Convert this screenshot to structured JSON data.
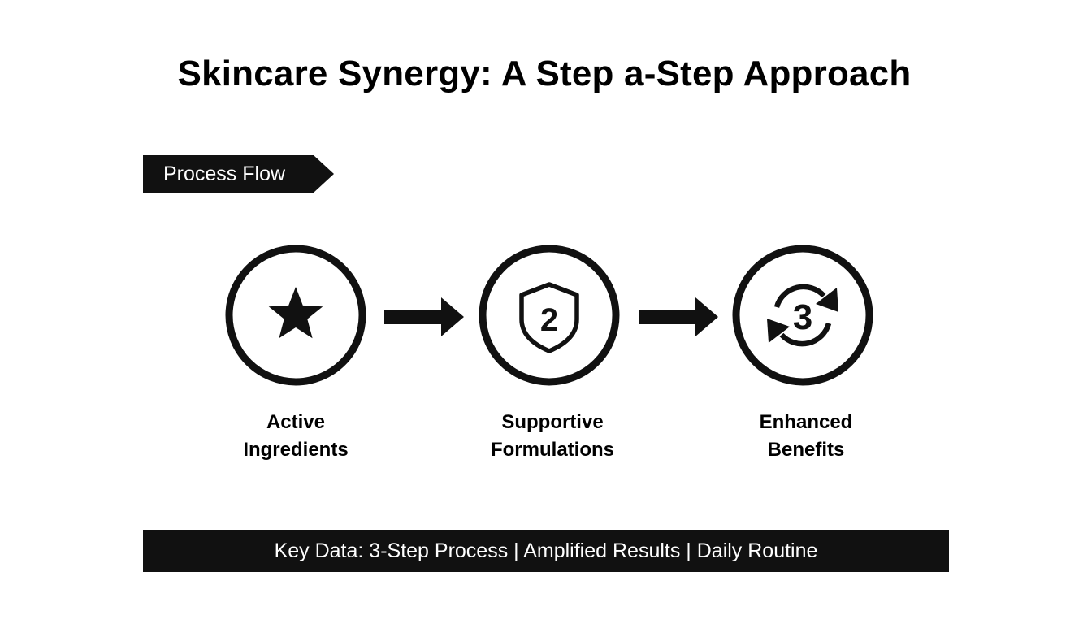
{
  "title": "Skincare Synergy: A Step a-Step Approach",
  "section_tag": "Process Flow",
  "steps": [
    {
      "icon": "star-icon",
      "label_line1": "Active",
      "label_line2": "Ingredients"
    },
    {
      "icon": "shield-number-2-icon",
      "icon_text": "2",
      "label_line1": "Supportive",
      "label_line2": "Formulations"
    },
    {
      "icon": "cycle-number-3-icon",
      "icon_text": "3",
      "label_line1": "Enhanced",
      "label_line2": "Benefits"
    }
  ],
  "footer": {
    "text": "Key Data: 3-Step Process | Amplified Results | Daily Routine"
  },
  "colors": {
    "background": "#ffffff",
    "ink": "#111111",
    "inverse_text": "#ffffff"
  }
}
